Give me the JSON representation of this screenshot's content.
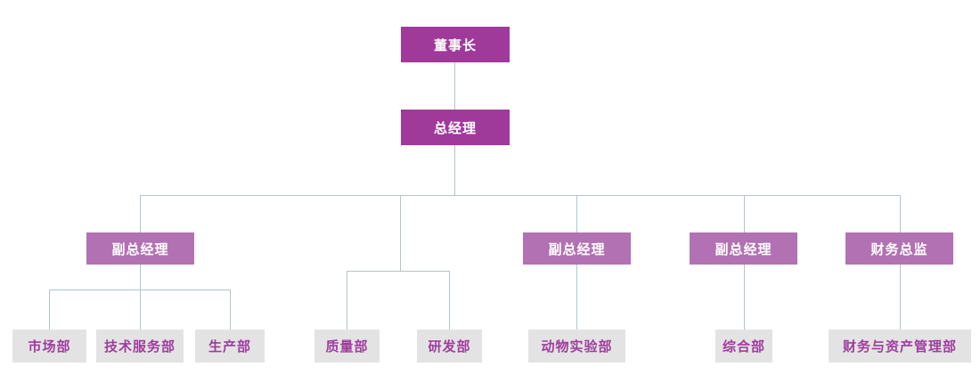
{
  "diagram": {
    "type": "org-chart",
    "colors": {
      "executive_box": "#9f3a9b",
      "manager_box": "#b271b2",
      "department_box": "#e4e3e3",
      "department_text": "#9e3d9e",
      "executive_text": "#ffffff",
      "connector": "#b3c4ce",
      "background": "#ffffff"
    }
  },
  "nodes": [
    {
      "id": "chairman",
      "label": "董事长",
      "level": 1,
      "reports_to": null
    },
    {
      "id": "general-manager",
      "label": "总经理",
      "level": 2,
      "reports_to": "chairman"
    },
    {
      "id": "deputy-gm-1",
      "label": "副总经理",
      "level": 3,
      "reports_to": "general-manager"
    },
    {
      "id": "deputy-gm-2",
      "label": "副总经理",
      "level": 3,
      "reports_to": "general-manager"
    },
    {
      "id": "deputy-gm-3",
      "label": "副总经理",
      "level": 3,
      "reports_to": "general-manager"
    },
    {
      "id": "finance-director",
      "label": "财务总监",
      "level": 3,
      "reports_to": "general-manager"
    },
    {
      "id": "marketing",
      "label": "市场部",
      "level": 4,
      "reports_to": "deputy-gm-1"
    },
    {
      "id": "tech-service",
      "label": "技术服务部",
      "level": 4,
      "reports_to": "deputy-gm-1"
    },
    {
      "id": "production",
      "label": "生产部",
      "level": 4,
      "reports_to": "deputy-gm-1"
    },
    {
      "id": "quality",
      "label": "质量部",
      "level": 4,
      "reports_to": "general-manager"
    },
    {
      "id": "rnd",
      "label": "研发部",
      "level": 4,
      "reports_to": "general-manager"
    },
    {
      "id": "animal-lab",
      "label": "动物实验部",
      "level": 4,
      "reports_to": "deputy-gm-2"
    },
    {
      "id": "general-affairs",
      "label": "综合部",
      "level": 4,
      "reports_to": "deputy-gm-3"
    },
    {
      "id": "finance-asset",
      "label": "财务与资产管理部",
      "level": 4,
      "reports_to": "finance-director"
    }
  ]
}
